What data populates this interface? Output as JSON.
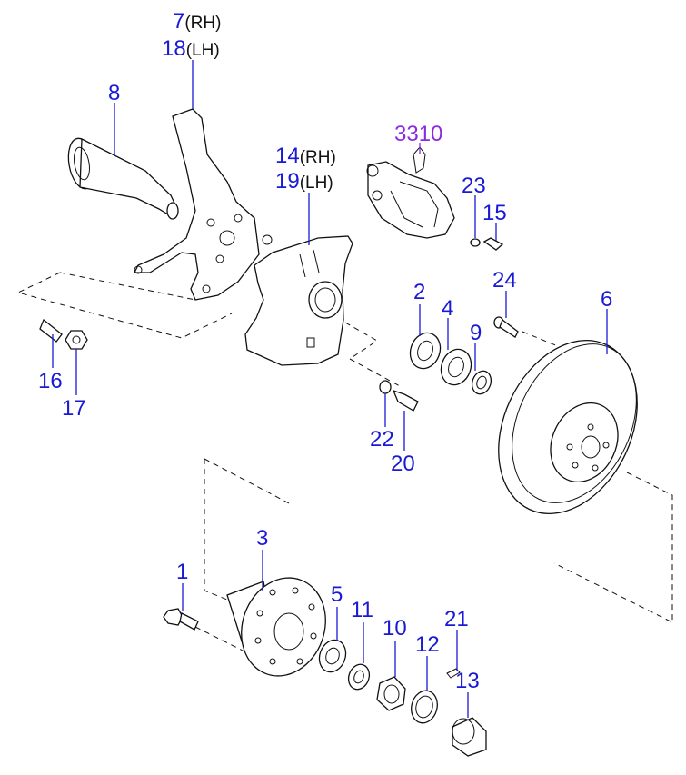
{
  "callouts": [
    {
      "id": "p7",
      "num": "7",
      "side": "(RH)"
    },
    {
      "id": "p18",
      "num": "18",
      "side": "(LH)"
    },
    {
      "id": "p8",
      "num": "8",
      "side": ""
    },
    {
      "id": "p3310",
      "num": "3310",
      "side": ""
    },
    {
      "id": "p14",
      "num": "14",
      "side": "(RH)"
    },
    {
      "id": "p19",
      "num": "19",
      "side": "(LH)"
    },
    {
      "id": "p23",
      "num": "23",
      "side": ""
    },
    {
      "id": "p15",
      "num": "15",
      "side": ""
    },
    {
      "id": "p24",
      "num": "24",
      "side": ""
    },
    {
      "id": "p2",
      "num": "2",
      "side": ""
    },
    {
      "id": "p4",
      "num": "4",
      "side": ""
    },
    {
      "id": "p9",
      "num": "9",
      "side": ""
    },
    {
      "id": "p6",
      "num": "6",
      "side": ""
    },
    {
      "id": "p16",
      "num": "16",
      "side": ""
    },
    {
      "id": "p17",
      "num": "17",
      "side": ""
    },
    {
      "id": "p22",
      "num": "22",
      "side": ""
    },
    {
      "id": "p20",
      "num": "20",
      "side": ""
    },
    {
      "id": "p3",
      "num": "3",
      "side": ""
    },
    {
      "id": "p1",
      "num": "1",
      "side": ""
    },
    {
      "id": "p5",
      "num": "5",
      "side": ""
    },
    {
      "id": "p11",
      "num": "11",
      "side": ""
    },
    {
      "id": "p10",
      "num": "10",
      "side": ""
    },
    {
      "id": "p21",
      "num": "21",
      "side": ""
    },
    {
      "id": "p12",
      "num": "12",
      "side": ""
    },
    {
      "id": "p13",
      "num": "13",
      "side": ""
    }
  ],
  "colors": {
    "part_number": "#1a1ad6",
    "group_number": "#8a2be2",
    "side_text": "#111111",
    "line_art": "#111111"
  }
}
